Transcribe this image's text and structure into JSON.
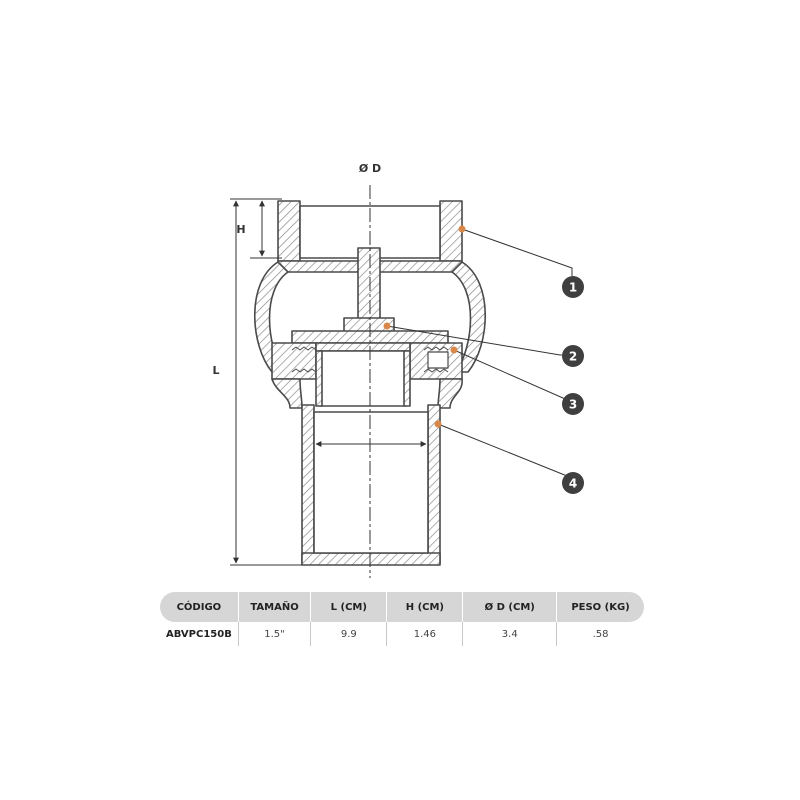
{
  "dimensions": {
    "diameter": "Ø D",
    "height": "H",
    "length": "L"
  },
  "callouts": [
    {
      "number": "1",
      "label": "1"
    },
    {
      "number": "2",
      "label": "2"
    },
    {
      "number": "3",
      "label": "3"
    },
    {
      "number": "4",
      "label": "4"
    }
  ],
  "colors": {
    "outline": "#4a4a4a",
    "hatch": "#8a8a8a",
    "callout_dot": "#d9884a",
    "callout_circle": "#3f3f3f",
    "table_header": "#d6d6d6"
  },
  "spec_table": {
    "headers": [
      "CÓDIGO",
      "TAMAÑO",
      "L (CM)",
      "H (CM)",
      "Ø D (CM)",
      "PESO (KG)"
    ],
    "rows": [
      [
        "ABVPC150B",
        "1.5\"",
        "9.9",
        "1.46",
        "3.4",
        ".58"
      ]
    ]
  }
}
